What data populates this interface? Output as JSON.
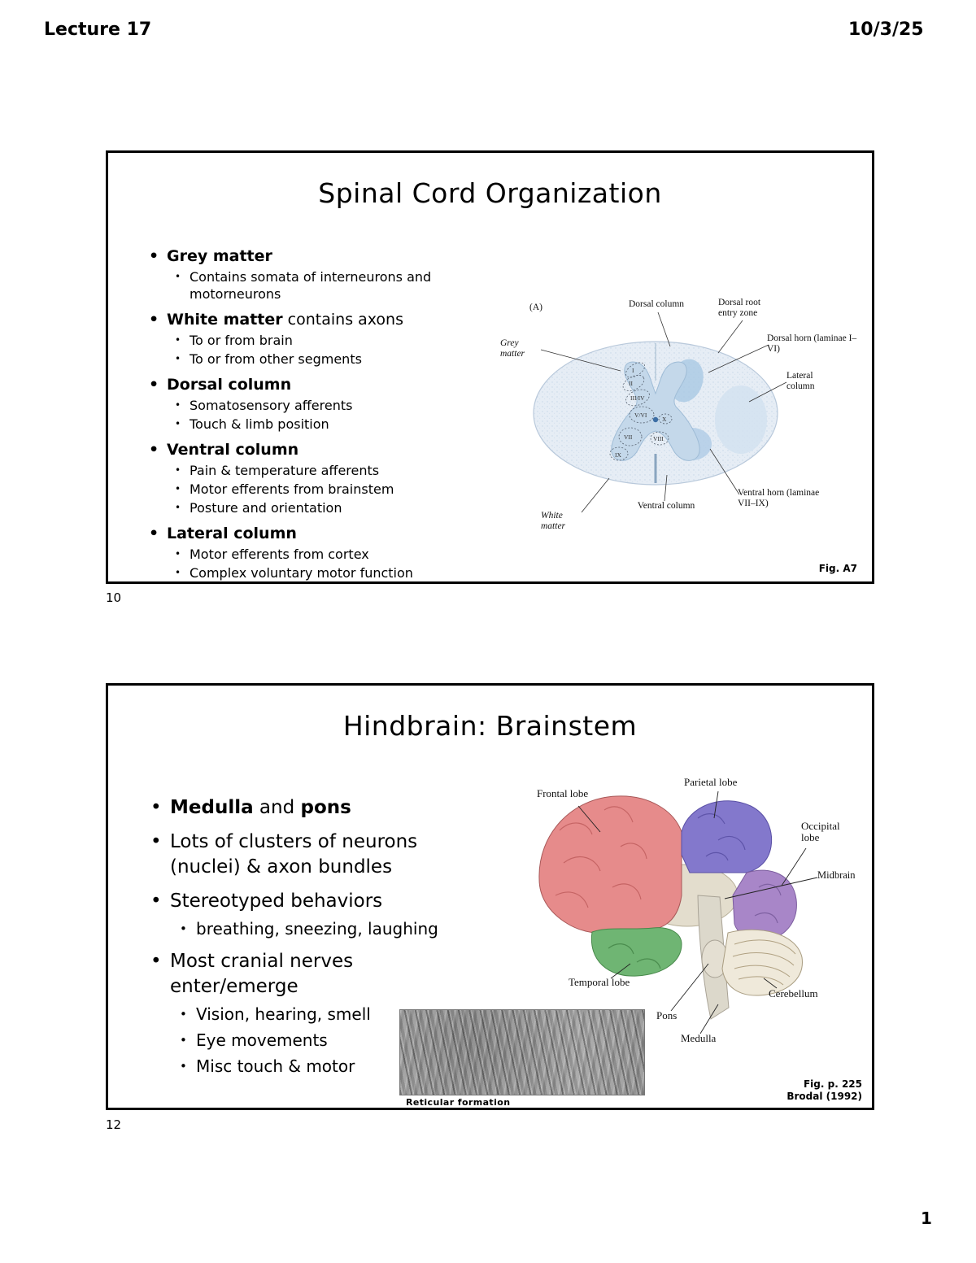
{
  "page": {
    "header_left": "Lecture 17",
    "header_right": "10/3/25",
    "page_number": "1"
  },
  "slide1": {
    "number": "10",
    "title": "Spinal Cord Organization",
    "bullets": [
      {
        "label": "Grey matter",
        "rest": "",
        "subs": [
          "Contains somata of interneurons and motorneurons"
        ]
      },
      {
        "label": "White matter",
        "rest": " contains axons",
        "subs": [
          "To or from brain",
          "To or from other segments"
        ]
      },
      {
        "label": "Dorsal column",
        "rest": "",
        "subs": [
          "Somatosensory afferents",
          "Touch & limb position"
        ]
      },
      {
        "label": "Ventral column",
        "rest": "",
        "subs": [
          "Pain & temperature afferents",
          "Motor efferents from brainstem",
          "Posture and orientation"
        ]
      },
      {
        "label": "Lateral column",
        "rest": "",
        "subs": [
          "Motor efferents from cortex",
          "Complex voluntary motor function"
        ]
      }
    ],
    "figure": {
      "panel": "(A)",
      "dorsal_column": "Dorsal column",
      "dorsal_root_entry": "Dorsal root entry zone",
      "dorsal_horn": "Dorsal horn (laminae I–VI)",
      "lateral_column": "Lateral column",
      "grey_matter": "Grey matter",
      "ventral_column": "Ventral column",
      "ventral_horn": "Ventral horn (laminae VII–IX)",
      "white_matter": "White matter",
      "laminae": [
        "I",
        "II",
        "III/IV",
        "V/VI",
        "VII",
        "VIII",
        "IX",
        "X"
      ],
      "caption": "Fig. A7"
    }
  },
  "slide2": {
    "number": "12",
    "title": "Hindbrain: Brainstem",
    "bullet1": {
      "bold1": "Medulla",
      "mid": " and ",
      "bold2": "pons"
    },
    "bullets": [
      "Lots of clusters of neurons (nuclei) & axon bundles",
      "Stereotyped behaviors",
      "Most cranial nerves enter/emerge"
    ],
    "sub_stereotyped": [
      "breathing, sneezing, laughing"
    ],
    "sub_cranial": [
      "Vision, hearing, smell",
      "Eye movements",
      "Misc touch & motor"
    ],
    "figure": {
      "frontal": "Frontal lobe",
      "parietal": "Parietal lobe",
      "occipital": "Occipital lobe",
      "midbrain": "Midbrain",
      "temporal": "Temporal lobe",
      "cerebellum": "Cerebellum",
      "pons": "Pons",
      "medulla": "Medulla",
      "reticular_caption": "Reticular formation",
      "fig_ref_line1": "Fig. p. 225",
      "fig_ref_line2": "Brodal (1992)"
    },
    "colors": {
      "frontal": "#e68b8b",
      "parietal": "#8378cc",
      "occipital": "#a886c8",
      "temporal": "#6fb573"
    }
  }
}
